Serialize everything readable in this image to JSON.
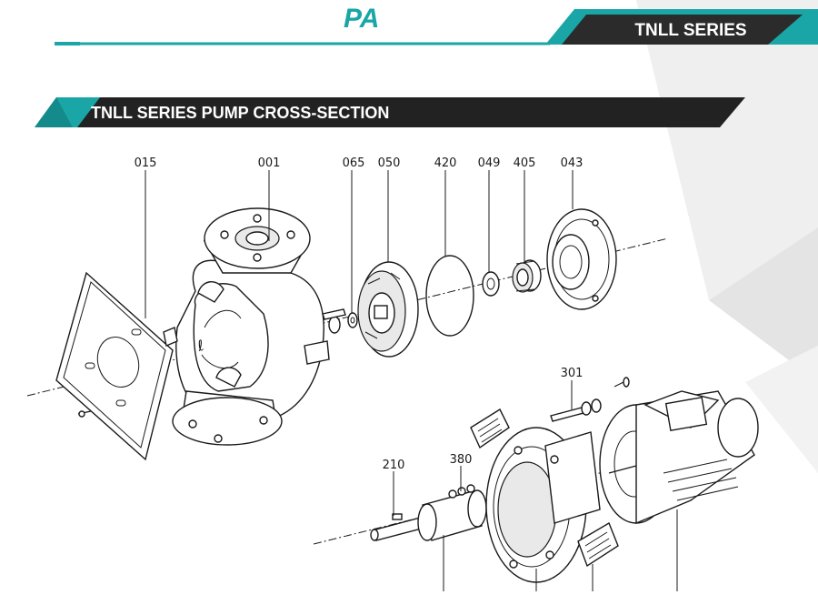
{
  "brand": {
    "logo": "PA"
  },
  "header": {
    "series_label": "TNLL SERIES"
  },
  "banner": {
    "title": "TNLL SERIES PUMP CROSS-SECTION"
  },
  "colors": {
    "teal": "#1aa6a6",
    "dark": "#1f1f1f",
    "watermark": "#ececec"
  },
  "parts": {
    "p015": "015",
    "p001": "001",
    "p065": "065",
    "p050": "050",
    "p420": "420",
    "p049": "049",
    "p405": "405",
    "p043": "043",
    "p301": "301",
    "p380": "380",
    "p210": "210"
  }
}
